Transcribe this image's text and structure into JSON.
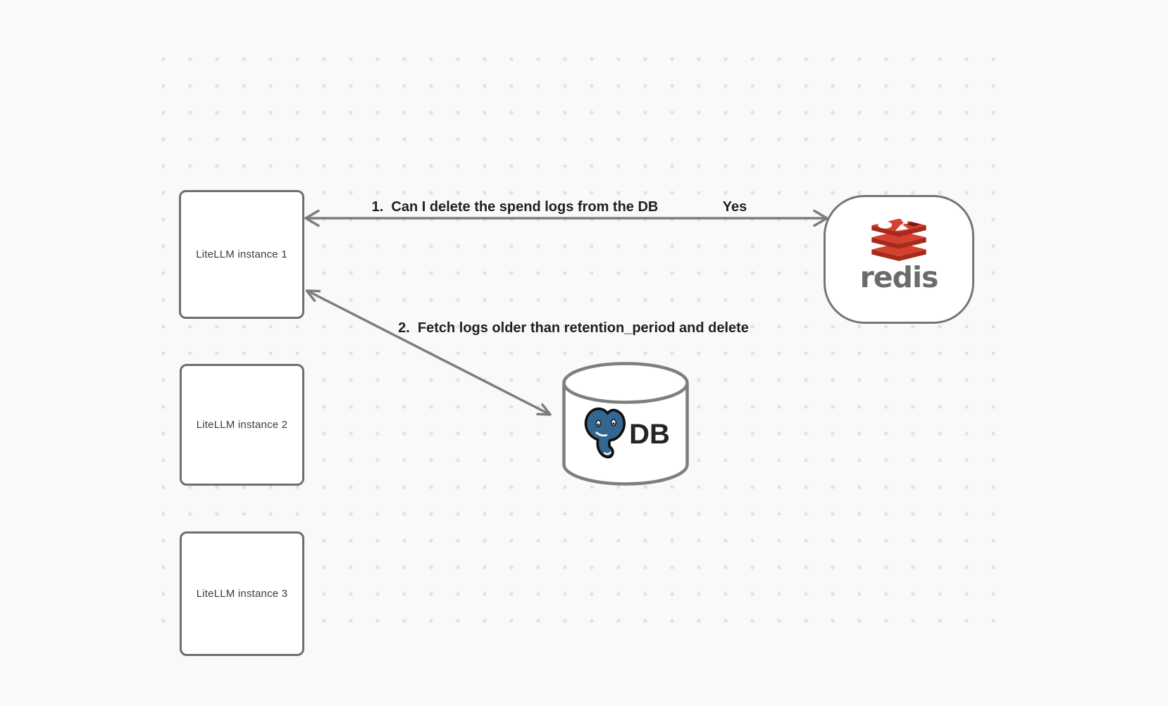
{
  "canvas": {
    "background_color": "#f9f9f9",
    "dot_color": "#e2e2e2"
  },
  "nodes": {
    "instance1": {
      "label": "LiteLLM instance 1"
    },
    "instance2": {
      "label": "LiteLLM instance 2"
    },
    "instance3": {
      "label": "LiteLLM instance 3"
    },
    "redis": {
      "label": "redis",
      "icon": "redis-stack-icon",
      "brand_red_top": "#d5412f",
      "brand_red_front": "#a82a1d",
      "wordmark_color": "#6b6b6b"
    },
    "db": {
      "label": "DB",
      "icon": "postgresql-elephant-icon",
      "elephant_blue": "#336791"
    }
  },
  "edges": {
    "edge1": {
      "label": "1.  Can I delete the spend logs from the DB",
      "response": "Yes",
      "from": "LiteLLM instance 1",
      "to": "redis",
      "style": "double-headed-arrow"
    },
    "edge2": {
      "label": "2.  Fetch logs older than retention_period and delete",
      "from": "LiteLLM instance 1",
      "to": "DB",
      "style": "double-headed-arrow"
    }
  },
  "colors": {
    "node_border": "#6e6e6e",
    "node_fill": "#ffffff",
    "arrow": "#7d7d7d",
    "edge_label_text": "#1f1f1f",
    "node_text": "#3c3c3c",
    "db_text": "#252525"
  }
}
